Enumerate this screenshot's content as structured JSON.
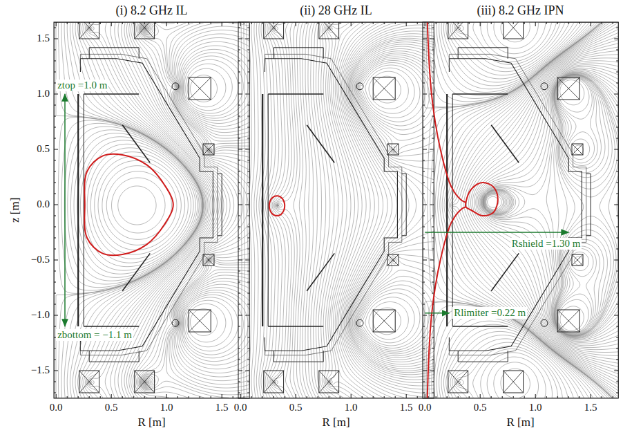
{
  "diagram": {
    "labels": [
      "(i) 8.2 GHz IL",
      "(ii) 28 GHz IL",
      "(iii) 8.2 GHz IPN",
      "z [m]",
      "1.5",
      "1.0",
      "0.5",
      "0.0",
      "−0.5",
      "−1.0",
      "−1.5",
      "0.0",
      "0.5",
      "1.0",
      "1.5",
      "R [m]",
      "0.0",
      "0.5",
      "1.0",
      "1.5",
      "R [m]",
      "0.0",
      "0.5",
      "1.0",
      "1.5",
      "R [m]",
      "ztop =1.0 m",
      "zbottom = −1.1 m",
      "Rshield =1.30 m",
      "Rlimiter =0.22 m"
    ]
  }
}
